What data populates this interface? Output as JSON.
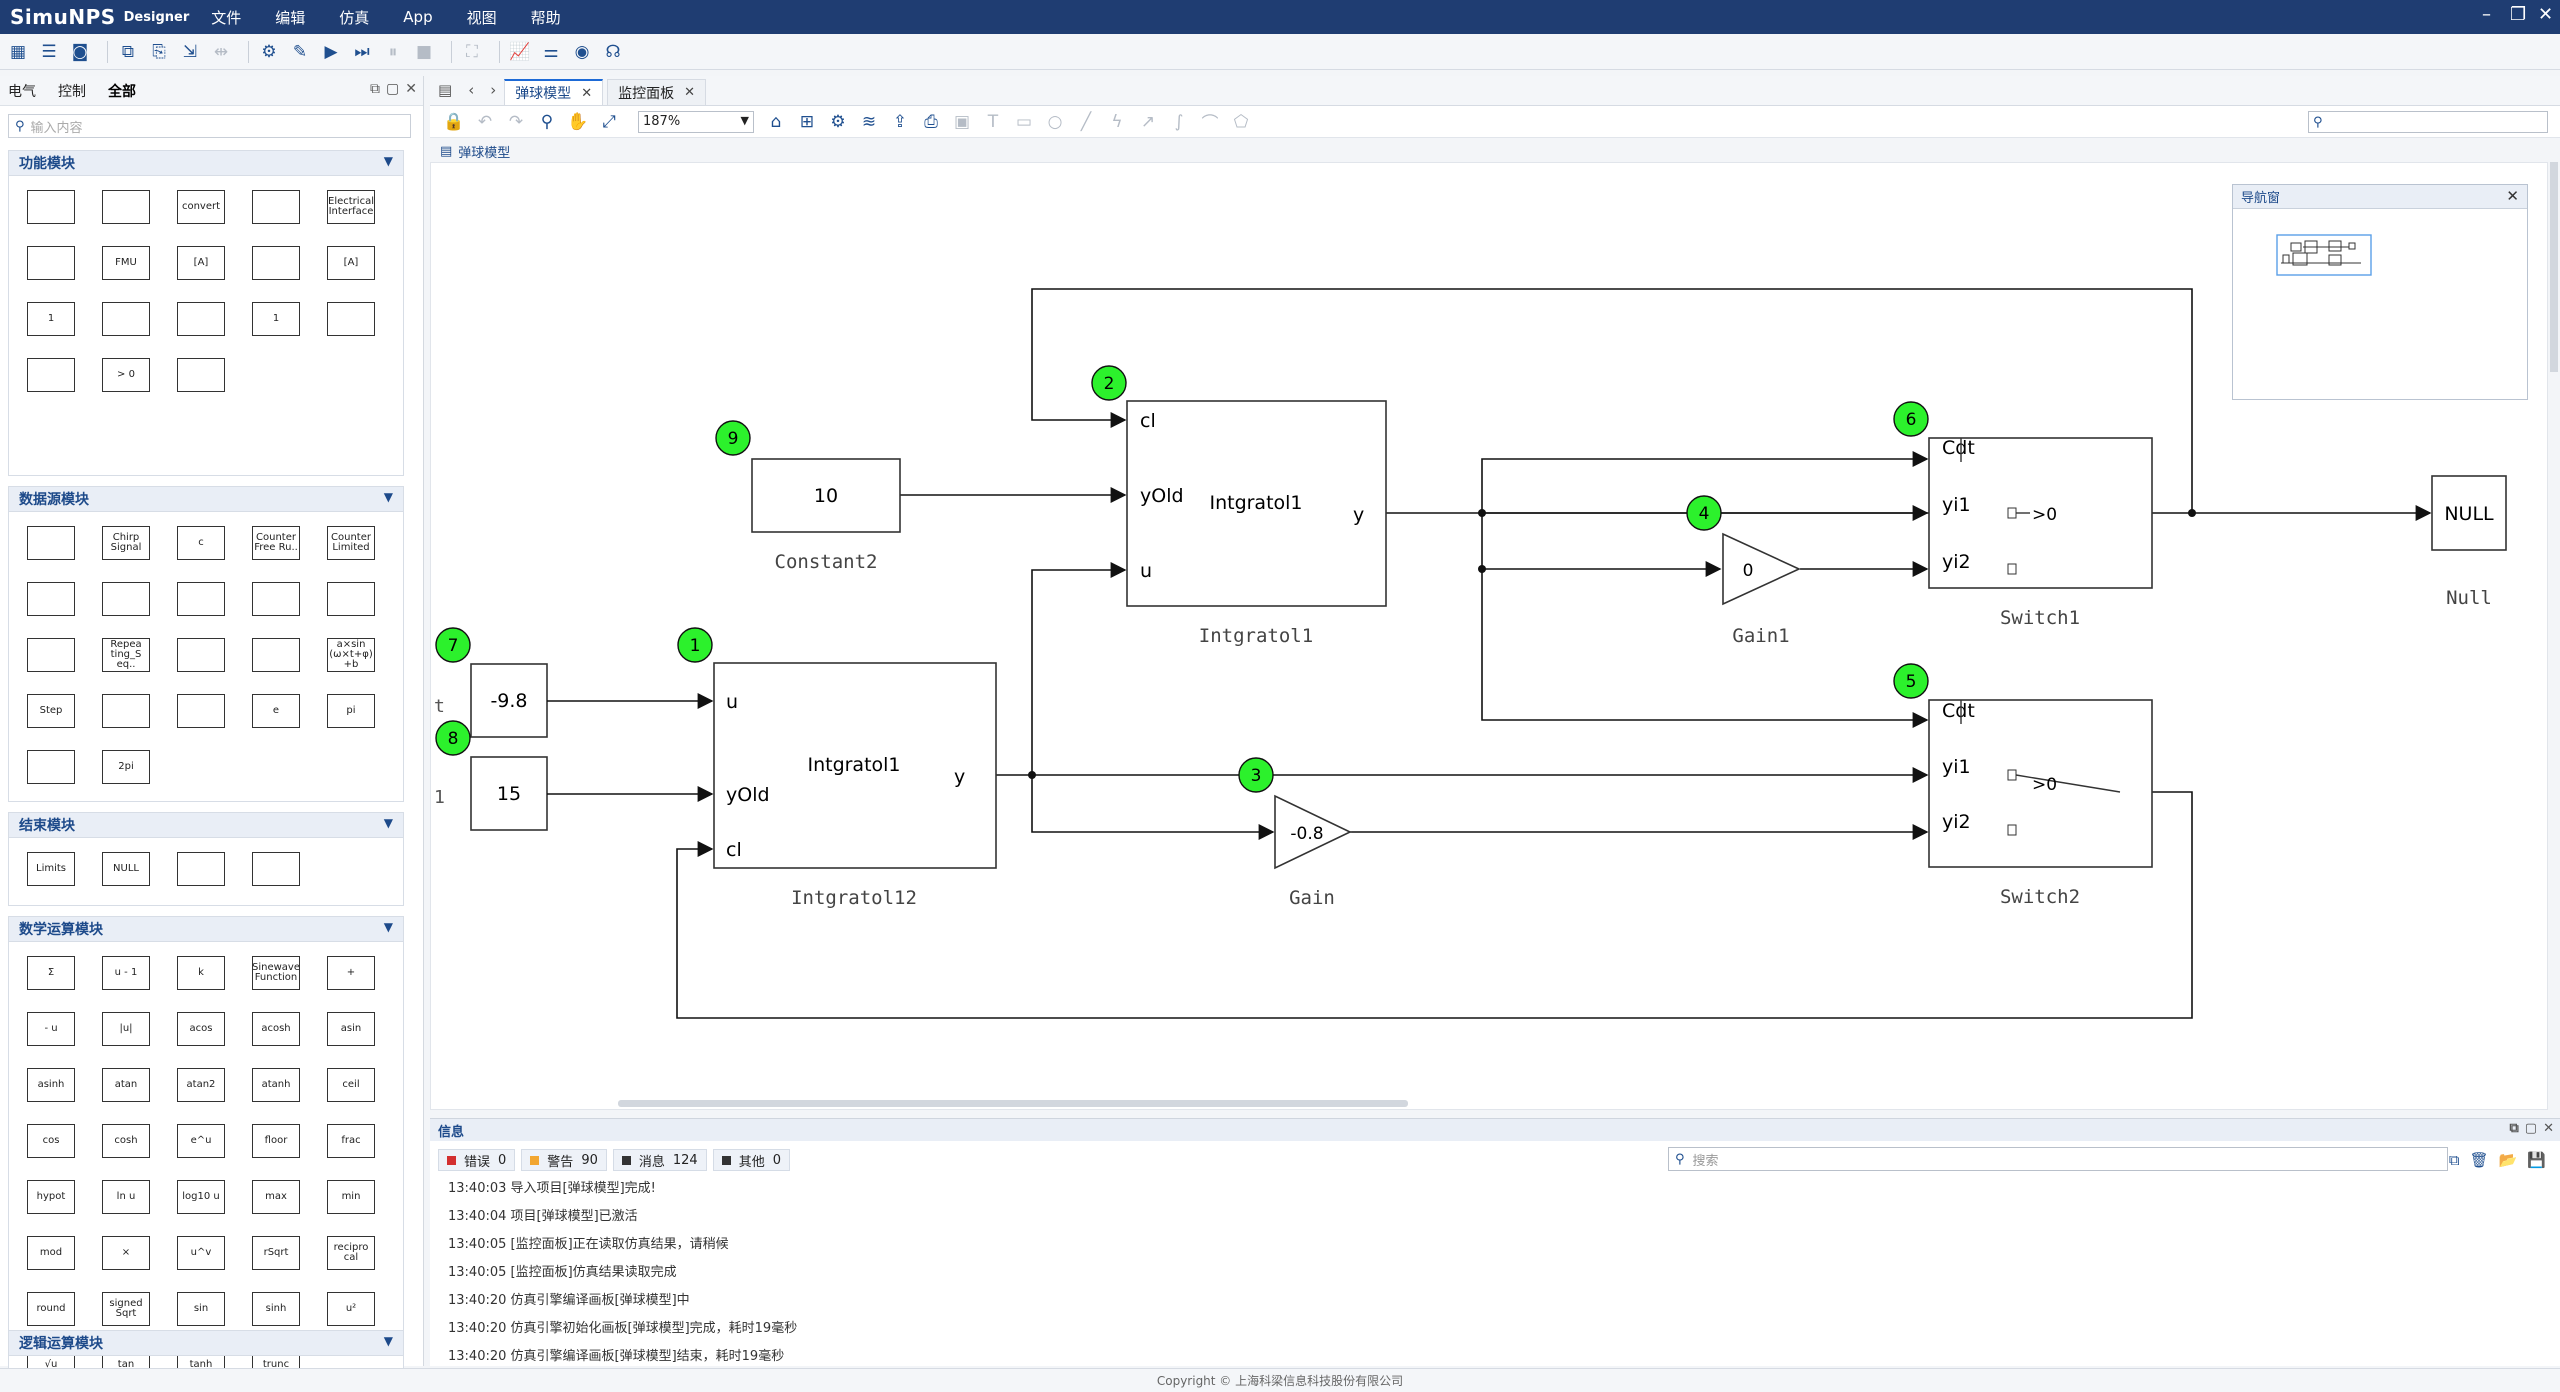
{
  "titlebar": {
    "app_name": "SimuNPS",
    "app_sub": "Designer",
    "menu": [
      "文件",
      "编辑",
      "仿真",
      "App",
      "视图",
      "帮助"
    ]
  },
  "left_panel": {
    "tabs": [
      "电气",
      "控制",
      "全部"
    ],
    "search_placeholder": "输入内容",
    "categories": [
      {
        "name": "功能模块",
        "blocks": [
          "",
          "",
          "convert",
          "",
          "Electrical\nInterface",
          "",
          "FMU",
          "[A]",
          "",
          "[A]",
          "1",
          "",
          "",
          "1",
          "",
          "",
          "> 0",
          ""
        ]
      },
      {
        "name": "数据源模块",
        "blocks": [
          "",
          "Chirp\nSignal",
          "c",
          "Counter\nFree\nRu..",
          "Counter\nLimited",
          "",
          "",
          "",
          "",
          "",
          "",
          "Repea\nting_S\neq..",
          "",
          "",
          "a×sin\n(ω×t+φ)\n+b",
          "Step",
          "",
          "",
          "e",
          "pi",
          "",
          "2pi"
        ]
      },
      {
        "name": "结束模块",
        "blocks": [
          "Limits",
          "NULL",
          "",
          ""
        ]
      },
      {
        "name": "数学运算模块",
        "blocks": [
          "Σ",
          "u - 1",
          "k",
          "Sinewave\nFunction",
          "+",
          "- u",
          "|u|",
          "acos",
          "acosh",
          "asin",
          "asinh",
          "atan",
          "atan2",
          "atanh",
          "ceil",
          "cos",
          "cosh",
          "e^u",
          "floor",
          "frac",
          "hypot",
          "ln u",
          "log10 u",
          "max",
          "min",
          "mod",
          "×",
          "u^v",
          "rSqrt",
          "recipro\ncal",
          "round",
          "signed\nSqrt",
          "sin",
          "sinh",
          "u²",
          "√u",
          "tan",
          "tanh",
          "trunc"
        ]
      },
      {
        "name": "逻辑运算模块",
        "blocks": []
      }
    ]
  },
  "doc_tabs": [
    "弹球模型",
    "监控面板"
  ],
  "editor": {
    "zoom": "187%",
    "breadcrumb": "弹球模型"
  },
  "diagram": {
    "blocks": {
      "constant2": {
        "value": "10",
        "label": "Constant2"
      },
      "const_neg98": {
        "value": "-9.8"
      },
      "const_15": {
        "value": "15"
      },
      "integrator1": {
        "name": "Intgratol1",
        "label": "Intgratol1",
        "ports_in": [
          "cl",
          "yOld",
          "u"
        ],
        "port_out": "y"
      },
      "integrator2": {
        "name": "Intgratol1",
        "label": "Intgratol12",
        "ports_in": [
          "u",
          "yOld",
          "cl"
        ],
        "port_out": "y"
      },
      "gain1": {
        "value": "0",
        "label": "Gain1"
      },
      "gain": {
        "value": "-0.8",
        "label": "Gain"
      },
      "switch1": {
        "label": "Switch1",
        "ports": [
          "Cdt",
          "yi1",
          "yi2"
        ],
        "cond": ">0"
      },
      "switch2": {
        "label": "Switch2",
        "ports": [
          "Cdt",
          "yi1",
          "yi2"
        ],
        "cond": ">0"
      },
      "null": {
        "value": "NULL",
        "label": "Null"
      }
    },
    "markers": [
      "1",
      "2",
      "3",
      "4",
      "5",
      "6",
      "7",
      "8",
      "9"
    ],
    "side_letters": [
      "t",
      "1"
    ]
  },
  "navigator": {
    "title": "导航窗"
  },
  "info": {
    "title": "信息",
    "filters": [
      {
        "label": "错误",
        "count": "0",
        "color": "#d32f2f"
      },
      {
        "label": "警告",
        "count": "90",
        "color": "#f2a630"
      },
      {
        "label": "消息",
        "count": "124",
        "color": "#333333"
      },
      {
        "label": "其他",
        "count": "0",
        "color": "#333333"
      }
    ],
    "search_placeholder": "搜索",
    "log": [
      "13:40:03 导入项目[弹球模型]完成!",
      "13:40:04 项目[弹球模型]已激活",
      "13:40:05 [监控面板]正在读取仿真结果，请稍候",
      "13:40:05 [监控面板]仿真结果读取完成",
      "13:40:20 仿真引擎编译画板[弹球模型]中",
      "13:40:20 仿真引擎初始化画板[弹球模型]完成，耗时19毫秒",
      "13:40:20 仿真引擎编译画板[弹球模型]结束，耗时19毫秒"
    ]
  },
  "footer": "Copyright © 上海科梁信息科技股份有限公司",
  "colors": {
    "titlebar": "#1f3d72",
    "accent": "#1d4a8a",
    "marker": "#2cf12c"
  }
}
